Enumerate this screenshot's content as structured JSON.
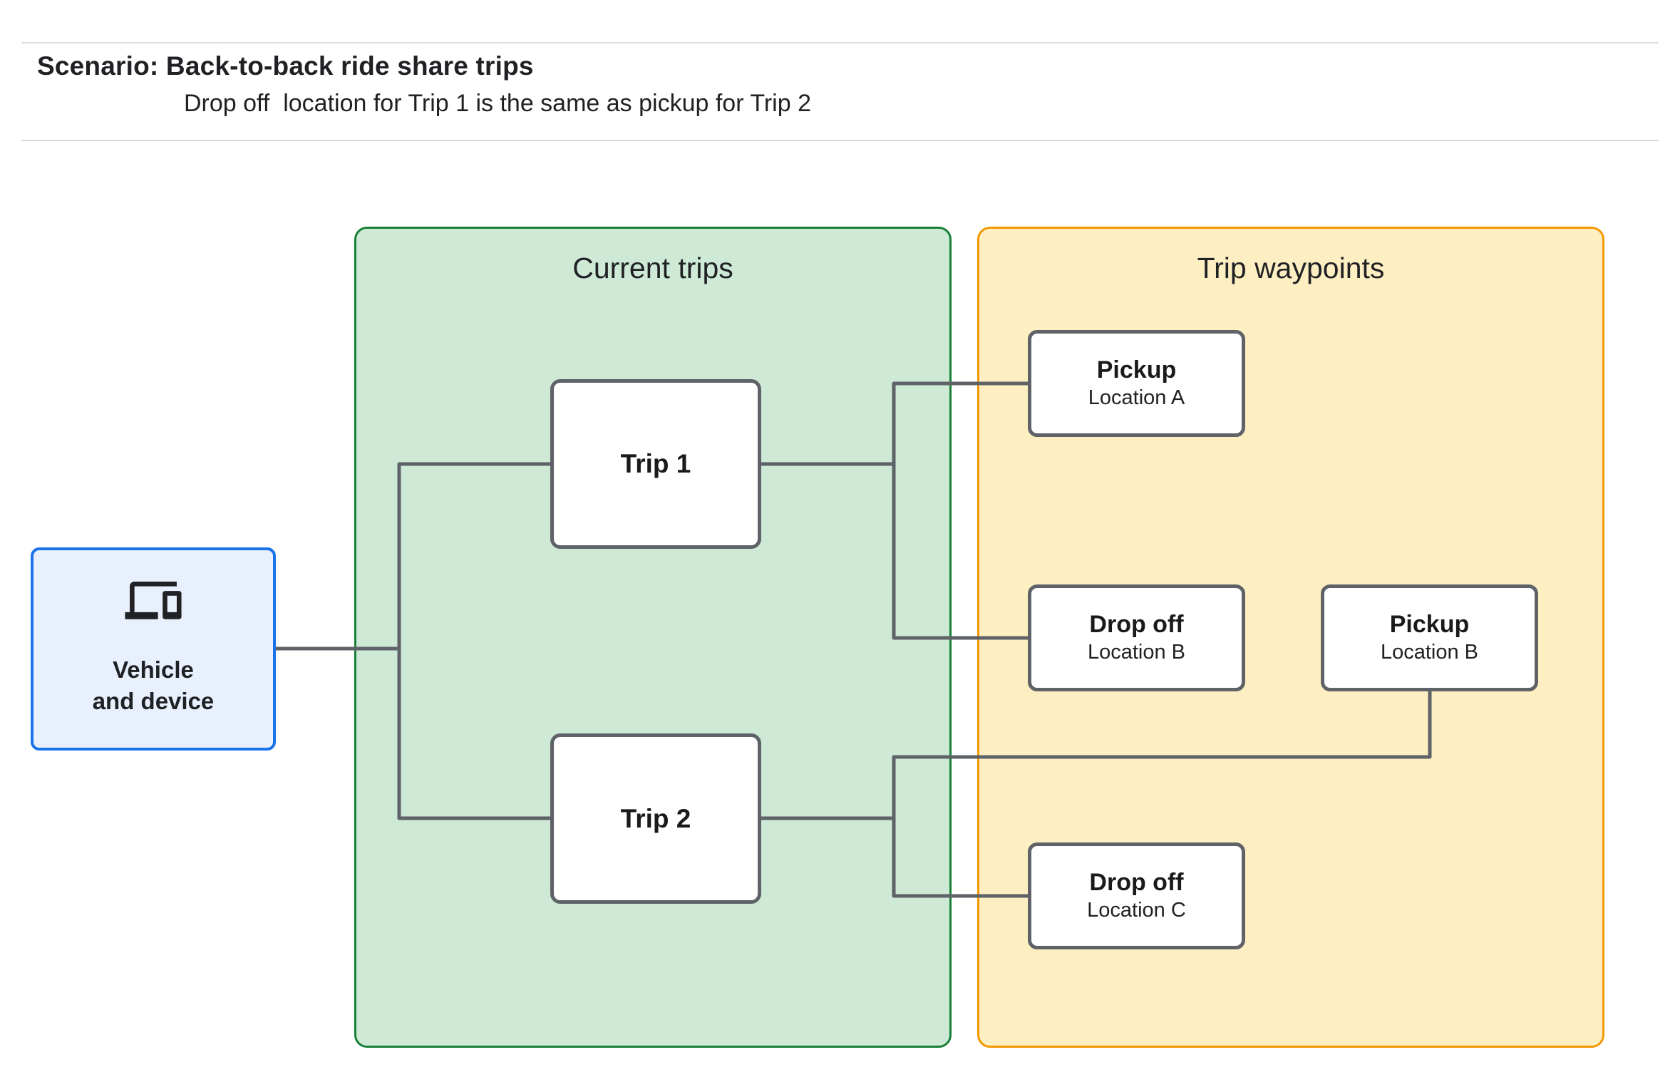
{
  "header": {
    "title": "Scenario: Back-to-back ride share trips",
    "subtitle": "Drop off  location for Trip 1 is the same as pickup for Trip 2"
  },
  "vehicle": {
    "label": "Vehicle\nand device",
    "icon": "devices-icon"
  },
  "panels": {
    "current": {
      "title": "Current trips",
      "nodes": [
        {
          "label": "Trip 1"
        },
        {
          "label": "Trip 2"
        }
      ]
    },
    "waypoints": {
      "title": "Trip waypoints",
      "nodes": [
        {
          "title": "Pickup",
          "subtitle": "Location A"
        },
        {
          "title": "Drop off",
          "subtitle": "Location B"
        },
        {
          "title": "Pickup",
          "subtitle": "Location B"
        },
        {
          "title": "Drop off",
          "subtitle": "Location C"
        }
      ]
    }
  },
  "edges": [
    {
      "from": "vehicle-and-device",
      "to": "trip-1"
    },
    {
      "from": "vehicle-and-device",
      "to": "trip-2"
    },
    {
      "from": "trip-1",
      "to": "pickup-location-a"
    },
    {
      "from": "trip-1",
      "to": "dropoff-location-b"
    },
    {
      "from": "trip-2",
      "to": "pickup-location-b"
    },
    {
      "from": "trip-2",
      "to": "dropoff-location-c"
    }
  ],
  "colors": {
    "blue_fill": "#e8f0fe",
    "blue_border": "#1a73e8",
    "green_fill": "#ceead6",
    "green_border": "#188038",
    "yellow_fill": "#feefc3",
    "yellow_border": "#f29900",
    "node_border": "#5f6368",
    "connector": "#5f6368",
    "divider": "#dadce0",
    "text": "#202124"
  }
}
